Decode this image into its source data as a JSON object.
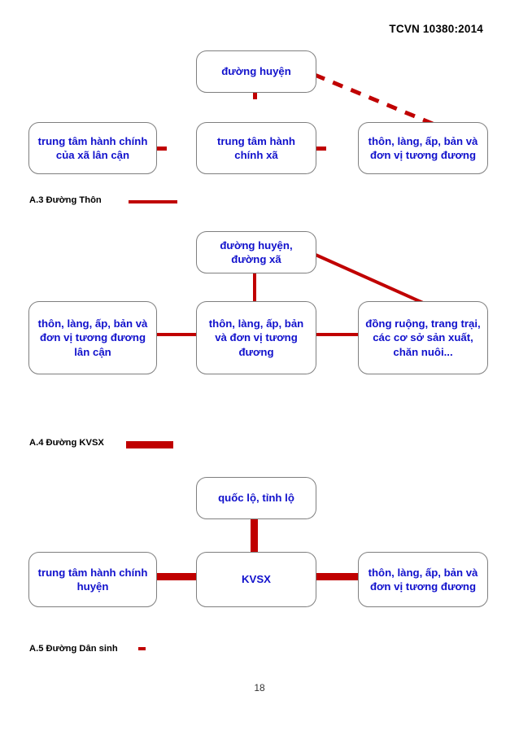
{
  "document": {
    "header": "TCVN 10380:2014",
    "page_number": "18",
    "accent_color": "#c00000",
    "node_text_color": "#1111cc",
    "node_border_color": "#7f7f7f"
  },
  "diagrams": [
    {
      "id": "A2",
      "connector_style": "dashed",
      "nodes": {
        "top": "đường huyện",
        "left": "trung tâm hành chính của xã lân cận",
        "center": "trung tâm hành chính xã",
        "right": "thôn, làng, ấp, bản và đơn vị tương đương"
      }
    },
    {
      "id": "A3",
      "connector_style": "solid-thin",
      "nodes": {
        "top": "đường huyện, đường xã",
        "left": "thôn, làng, ấp, bản và đơn vị tương đương lân cận",
        "center": "thôn, làng, ấp, bản và đơn vị tương đương",
        "right": "đồng ruộng, trang trại, các cơ sở sản xuất, chăn nuôi..."
      }
    },
    {
      "id": "A4",
      "connector_style": "solid-thick",
      "nodes": {
        "top": "quốc lộ, tỉnh lộ",
        "left": "trung tâm hành chính huyện",
        "center": "KVSX",
        "right": "thôn, làng, ấp, bản và đơn vị tương đương"
      }
    }
  ],
  "sections": [
    {
      "id": "A3",
      "label": "A.3  Đường Thôn",
      "legend": "solid-thin"
    },
    {
      "id": "A4",
      "label": "A.4  Đường KVSX",
      "legend": "solid-thick"
    },
    {
      "id": "A5",
      "label": "A.5  Đường Dân sinh",
      "legend": "dashed"
    }
  ]
}
